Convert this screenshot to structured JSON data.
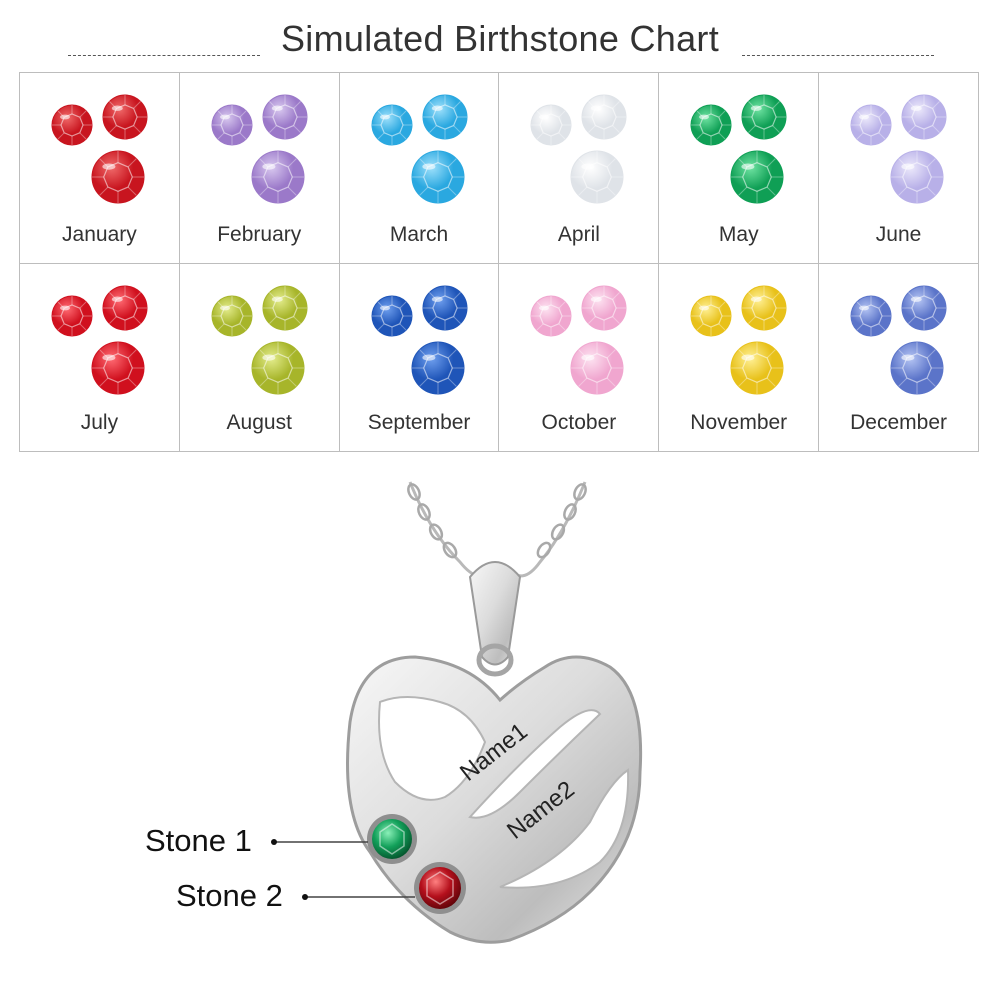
{
  "title": "Simulated Birthstone Chart",
  "months": [
    {
      "label": "January",
      "color": "#c8151f",
      "light": "#f06a6a"
    },
    {
      "label": "February",
      "color": "#9b79c9",
      "light": "#d8c8ef"
    },
    {
      "label": "March",
      "color": "#2aa8e0",
      "light": "#9ee0fb"
    },
    {
      "label": "April",
      "color": "#dfe3e8",
      "light": "#ffffff"
    },
    {
      "label": "May",
      "color": "#0f9f55",
      "light": "#6fe3a2"
    },
    {
      "label": "June",
      "color": "#b8b0e8",
      "light": "#ece9fb"
    },
    {
      "label": "July",
      "color": "#d0101e",
      "light": "#ff6b73"
    },
    {
      "label": "August",
      "color": "#a7b52a",
      "light": "#e3ec8c"
    },
    {
      "label": "September",
      "color": "#1f55b8",
      "light": "#6f9fee"
    },
    {
      "label": "October",
      "color": "#f0a6cf",
      "light": "#fde3f1"
    },
    {
      "label": "November",
      "color": "#e8c11a",
      "light": "#fff095"
    },
    {
      "label": "December",
      "color": "#5b74c9",
      "light": "#b4c4f3"
    }
  ],
  "pendant": {
    "name1": "Name1",
    "name2": "Name2",
    "stone1_label": "Stone 1",
    "stone2_label": "Stone 2",
    "stone1_color": "#12a05a",
    "stone2_color": "#b5101c"
  }
}
